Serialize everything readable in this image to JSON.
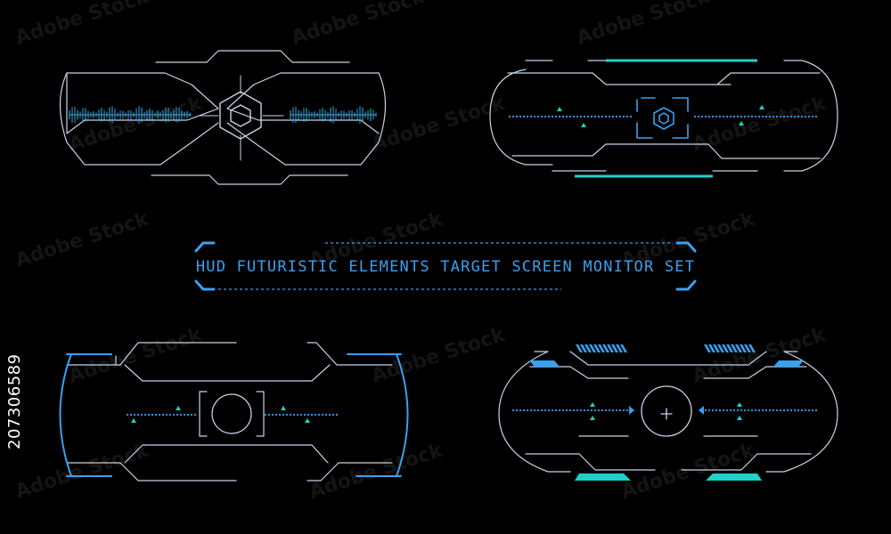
{
  "banner": {
    "title": "HUD FUTURISTIC ELEMENTS TARGET SCREEN MONITOR SET"
  },
  "stock_id": "207306589",
  "watermark": {
    "text": "Adobe Stock"
  },
  "colors": {
    "background": "#000000",
    "outline": "#c7d4ea",
    "accent_blue": "#3aa0f0",
    "accent_cyan": "#1fd1c9",
    "title": "#3aa0f0"
  },
  "panels": [
    {
      "name": "hud-panel-hexagon-waveform",
      "center_icon": "hexagon-target-icon"
    },
    {
      "name": "hud-panel-bracket-reticle",
      "center_icon": "bracket-hexagon-icon"
    },
    {
      "name": "hud-panel-circle-bracket",
      "center_icon": "circle-bracket-icon"
    },
    {
      "name": "hud-panel-crosshair-circle",
      "center_icon": "crosshair-circle-icon"
    }
  ]
}
